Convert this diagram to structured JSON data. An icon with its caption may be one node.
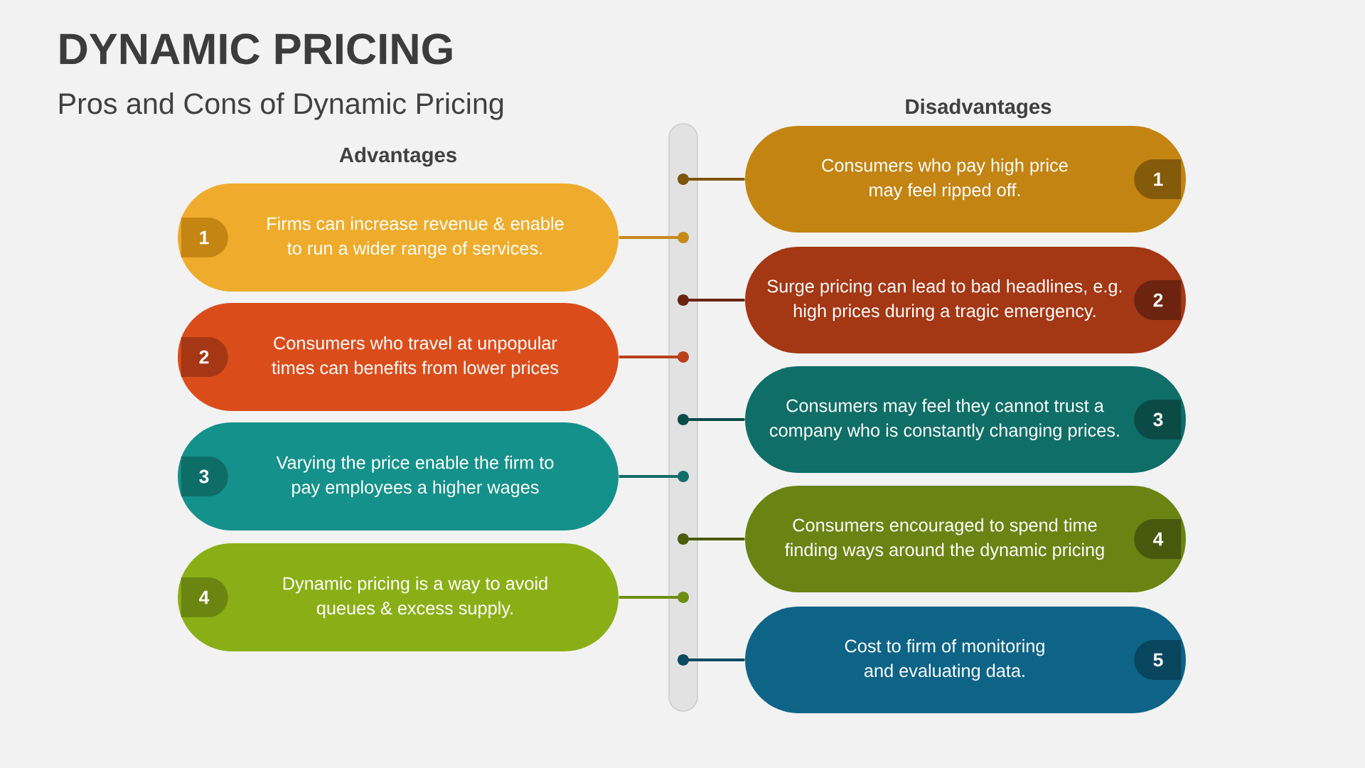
{
  "diagram": {
    "title": "DYNAMIC PRICING",
    "nodes": [
      {
        "text": [
          "Firms can increase revenue & enable to run a wider range of services."
        ]
      },
      {
        "text": [
          "1"
        ],
        "in": 0
      },
      {
        "text": [
          "Consumers who travel at unpopular times can benefits from lower prices"
        ]
      },
      {
        "text": [
          "2"
        ],
        "in": 2
      },
      {
        "text": [
          "Varying the price enable the firm to pay employees a higher wages"
        ]
      },
      {
        "text": [
          "3"
        ],
        "in": 4
      },
      {
        "text": [
          "Dynamic pricing is a way to avoid queues & excess supply."
        ]
      },
      {
        "text": [
          "4"
        ],
        "in": 6
      },
      {
        "text": [],
        "shape": "bar"
      },
      {
        "text": [
          "Consumers who pay high price may feel ripped off."
        ]
      },
      {
        "text": [
          "1"
        ],
        "in": 9
      },
      {
        "text": [
          "Surge pricing can lead to bad headlines, e.g. high prices during a tragic emergency."
        ]
      },
      {
        "text": [
          "2"
        ],
        "in": 11
      },
      {
        "text": [
          "Consumers may feel they cannot trust a company who is constantly changing prices."
        ]
      },
      {
        "text": [
          "3"
        ],
        "in": 13
      },
      {
        "text": [
          "Consumers encouraged to spend time finding ways around the dynamic pricing"
        ]
      },
      {
        "text": [
          "4"
        ],
        "in": 15
      },
      {
        "text": [
          "Cost to firm of monitoring and evaluating data."
        ]
      },
      {
        "text": [
          "5"
        ],
        "in": 17
      }
    ],
    "edges": [
      {
        "from": 0,
        "to": 8,
        "arrow": "other",
        "color": "#c68a17"
      },
      {
        "from": 2,
        "to": 8,
        "arrow": "other",
        "color": "#b8401a"
      },
      {
        "from": 4,
        "to": 8,
        "arrow": "other",
        "color": "#136e6a"
      },
      {
        "from": 6,
        "to": 8,
        "arrow": "other",
        "color": "#6f8c14"
      },
      {
        "from": 9,
        "to": 8,
        "arrow": "other",
        "color": "#7e560c"
      },
      {
        "from": 11,
        "to": 8,
        "arrow": "other",
        "color": "#6a2511"
      },
      {
        "from": 13,
        "to": 8,
        "arrow": "other",
        "color": "#0b4b47"
      },
      {
        "from": 15,
        "to": 8,
        "arrow": "other",
        "color": "#4c5b0e"
      },
      {
        "from": 17,
        "to": 8,
        "arrow": "other",
        "color": "#0b4a60"
      }
    ],
    "labels": [
      "Pros and Cons of Dynamic Pricing",
      "Disadvantages",
      "Advantages"
    ]
  }
}
